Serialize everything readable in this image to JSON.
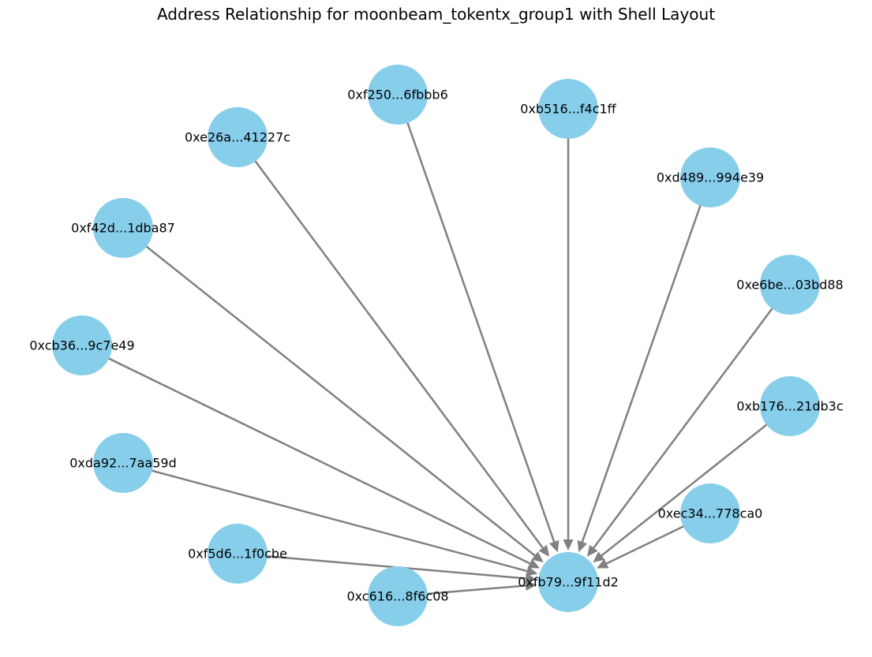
{
  "title": "Address Relationship for moonbeam_tokentx_group1 with Shell Layout",
  "colors": {
    "node": "#87ceeb",
    "edge": "#808080",
    "text": "#000000"
  },
  "nodes": [
    {
      "id": "center",
      "label": "0xfb79...9f11d2"
    },
    {
      "id": "n1",
      "label": "0xb516...f4c1ff"
    },
    {
      "id": "n2",
      "label": "0xf250...6fbbb6"
    },
    {
      "id": "n3",
      "label": "0xe26a...41227c"
    },
    {
      "id": "n4",
      "label": "0xf42d...1dba87"
    },
    {
      "id": "n5",
      "label": "0xcb36...9c7e49"
    },
    {
      "id": "n6",
      "label": "0xda92...7aa59d"
    },
    {
      "id": "n7",
      "label": "0xf5d6...1f0cbe"
    },
    {
      "id": "n8",
      "label": "0xc616...8f6c08"
    },
    {
      "id": "n9",
      "label": "0xec34...778ca0"
    },
    {
      "id": "n10",
      "label": "0xb176...21db3c"
    },
    {
      "id": "n11",
      "label": "0xe6be...03bd88"
    },
    {
      "id": "n12",
      "label": "0xd489...994e39"
    }
  ],
  "edges": [
    {
      "from": "n1",
      "to": "center"
    },
    {
      "from": "n2",
      "to": "center"
    },
    {
      "from": "n3",
      "to": "center"
    },
    {
      "from": "n4",
      "to": "center"
    },
    {
      "from": "n5",
      "to": "center"
    },
    {
      "from": "n6",
      "to": "center"
    },
    {
      "from": "n7",
      "to": "center"
    },
    {
      "from": "n8",
      "to": "center"
    },
    {
      "from": "n9",
      "to": "center"
    },
    {
      "from": "n10",
      "to": "center"
    },
    {
      "from": "n11",
      "to": "center"
    },
    {
      "from": "n12",
      "to": "center"
    }
  ]
}
